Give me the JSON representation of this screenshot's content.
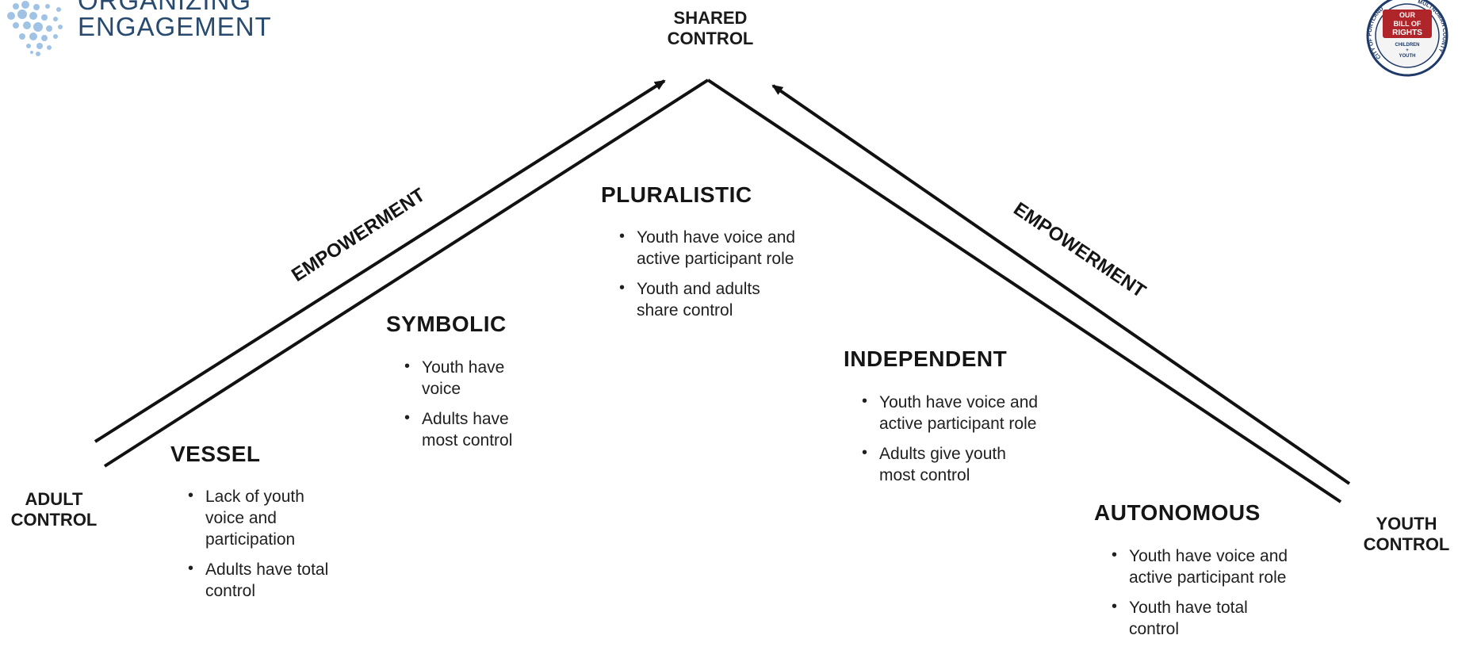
{
  "brand": {
    "line1": "ORGANIZING",
    "line2": "ENGAGEMENT",
    "color": "#274a6e",
    "dot_color": "#8fb8e0"
  },
  "seal": {
    "title_line1": "OUR",
    "title_line2": "BILL OF",
    "title_line3": "RIGHTS",
    "sub_line1": "CHILDREN",
    "sub_line2": "+",
    "sub_line3": "YOUTH",
    "ring_left": "CITY OF PORTLAND",
    "ring_right": "MULTNOMAH COUNTY",
    "accent": "#b0252a",
    "ring_color": "#1f3a68"
  },
  "axis": {
    "left": {
      "line1": "ADULT",
      "line2": "CONTROL"
    },
    "top": {
      "line1": "SHARED",
      "line2": "CONTROL"
    },
    "right": {
      "line1": "YOUTH",
      "line2": "CONTROL"
    }
  },
  "empowerment": {
    "left": "EMPOWERMENT",
    "right": "EMPOWERMENT"
  },
  "stages": {
    "vessel": {
      "title": "VESSEL",
      "bullets": [
        "Lack of youth voice and participation",
        "Adults have total control"
      ]
    },
    "symbolic": {
      "title": "SYMBOLIC",
      "bullets": [
        "Youth have voice",
        "Adults have most control"
      ]
    },
    "pluralistic": {
      "title": "PLURALISTIC",
      "bullets": [
        "Youth have voice and active participant role",
        "Youth and adults share control"
      ]
    },
    "independent": {
      "title": "INDEPENDENT",
      "bullets": [
        "Youth have voice and active participant role",
        "Adults give youth most control"
      ]
    },
    "autonomous": {
      "title": "AUTONOMOUS",
      "bullets": [
        "Youth have voice and active participant role",
        "Youth have total control"
      ]
    }
  }
}
